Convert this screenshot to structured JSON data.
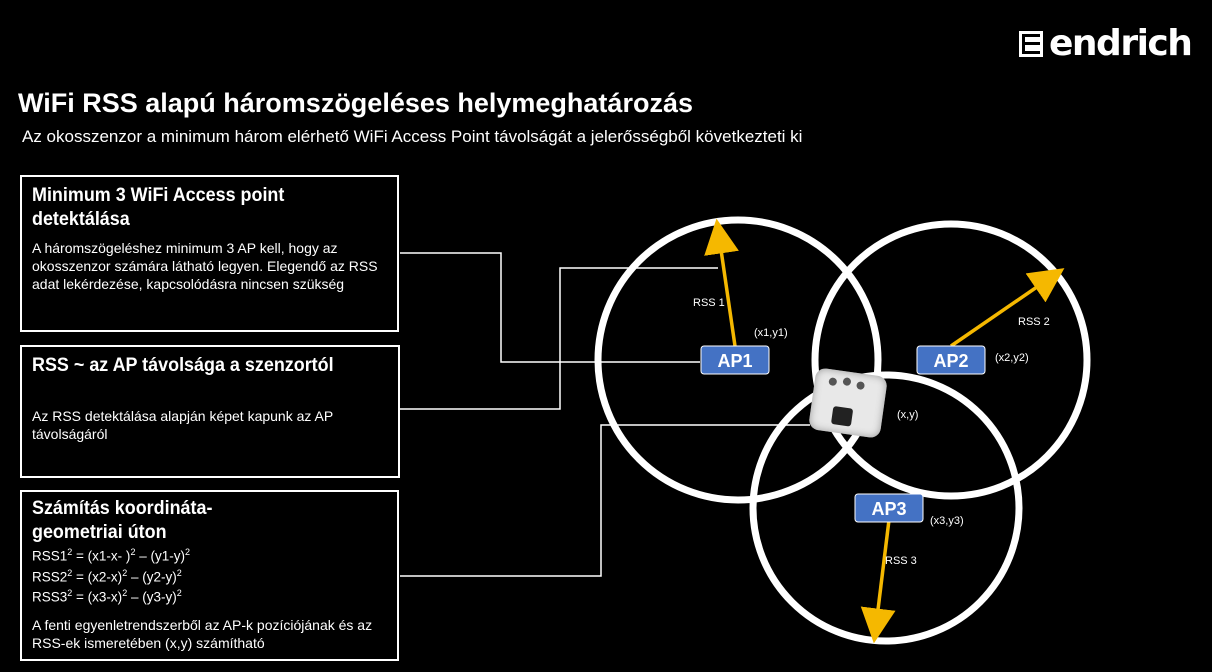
{
  "brand": {
    "name": "endrich"
  },
  "title": "WiFi RSS alapú háromszögeléses helymeghatározás",
  "subtitle": "Az okosszenzor a minimum három elérhető WiFi Access Point távolságát a jelerősségből következteti ki",
  "boxes": [
    {
      "title_line1": "Minimum 3 WiFi Access point",
      "title_line2": "detektálása",
      "text": "A háromszögeléshez minimum 3 AP kell, hogy az okosszenzor számára látható legyen. Elegendő az RSS adat lekérdezése, kapcsolódásra nincsen szükség"
    },
    {
      "title_line1": "RSS ~ az AP távolsága a szenzortól",
      "text": "Az RSS detektálása alapján képet kapunk az AP távolságáról"
    },
    {
      "title_line1": "Számítás koordináta-",
      "title_line2": "geometriai úton",
      "equations": [
        {
          "lhs": "RSS1",
          "rhs": " = (x1-x- )",
          "mid": " – (y1-y)"
        },
        {
          "lhs": "RSS2",
          "rhs": " = (x2-x)",
          "mid": " – (y2-y)"
        },
        {
          "lhs": "RSS3",
          "rhs": " = (x3-x)",
          "mid": " – (y3-y)"
        }
      ],
      "exp": "2",
      "text": "A fenti egyenletrendszerből az AP-k pozíciójának és az RSS-ek ismeretében (x,y) számítható"
    }
  ],
  "diagram": {
    "aps": [
      {
        "label": "AP1",
        "coord": "(x1,y1)",
        "rss": "RSS 1"
      },
      {
        "label": "AP2",
        "coord": "(x2,y2)",
        "rss": "RSS 2"
      },
      {
        "label": "AP3",
        "coord": "(x3,y3)",
        "rss": "RSS 3"
      }
    ],
    "sensor_coord": "(x,y)",
    "colors": {
      "ap_fill": "#4472c4",
      "arrow": "#f5b800",
      "circle": "#ffffff"
    }
  }
}
